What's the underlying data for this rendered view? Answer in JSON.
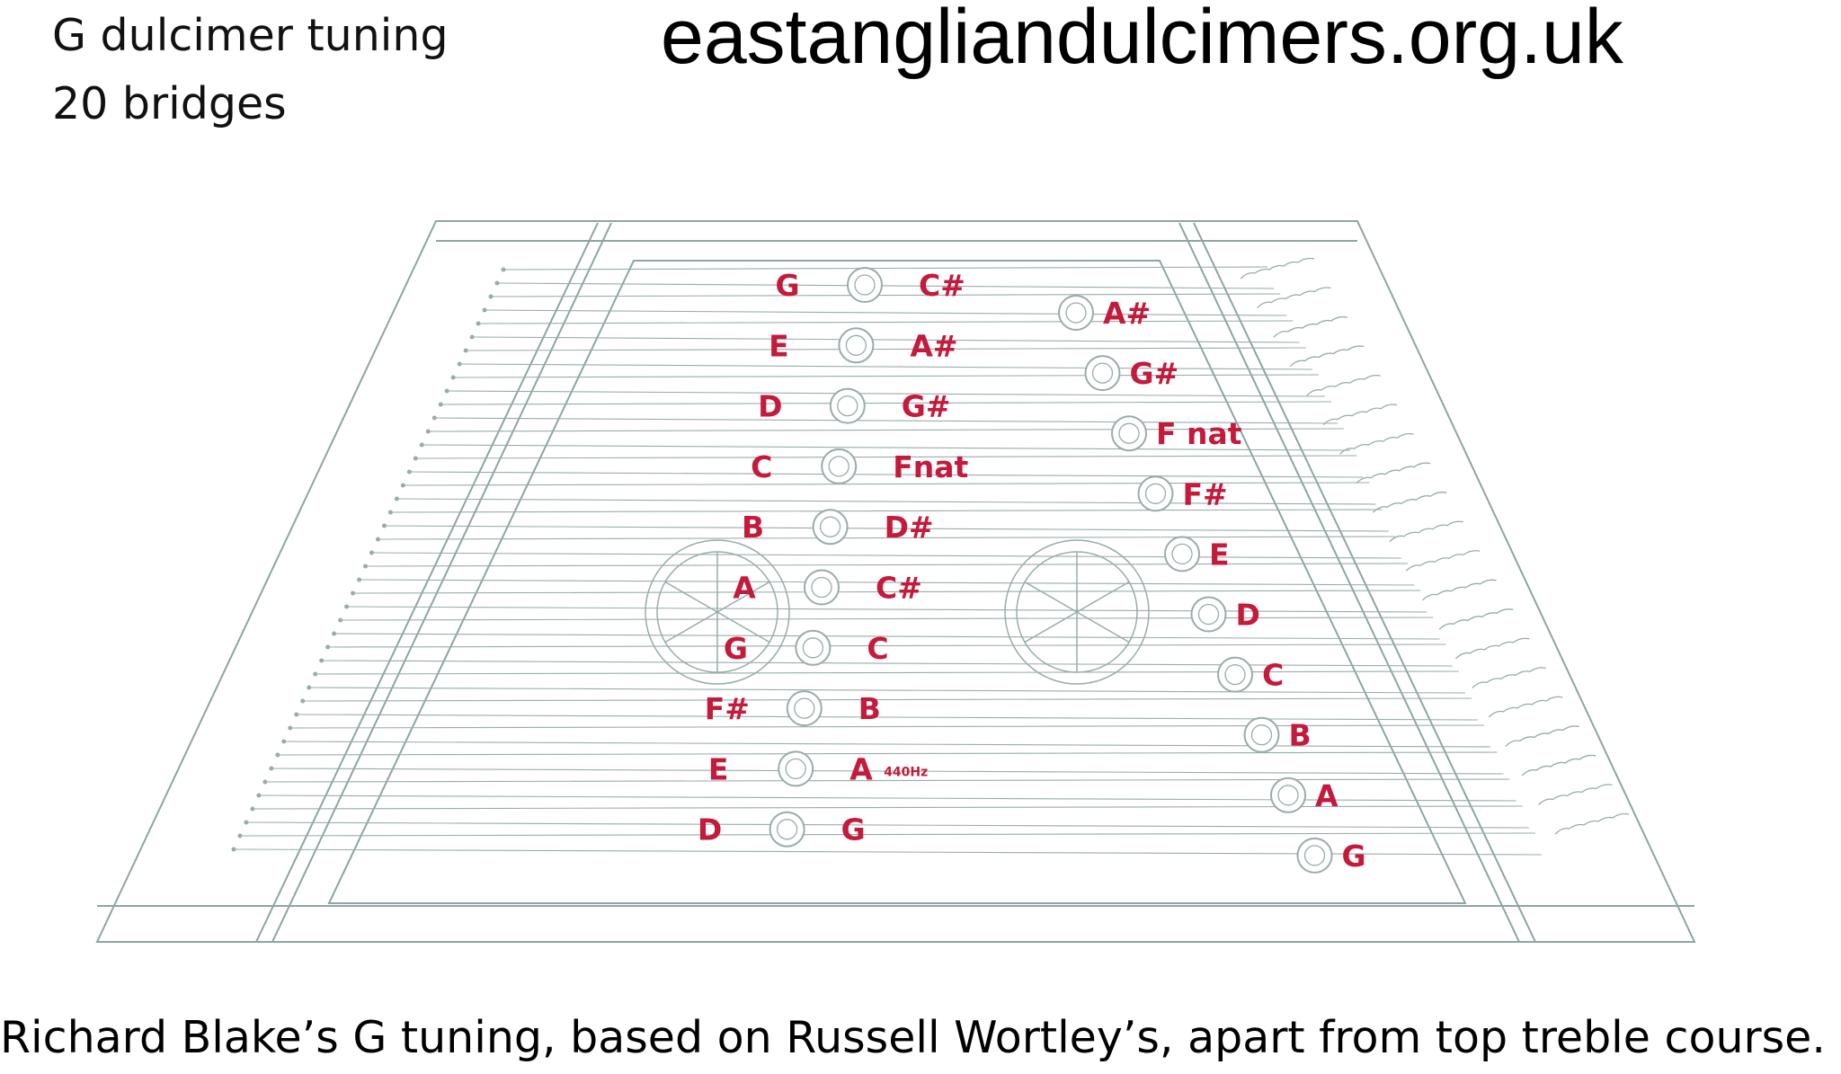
{
  "header": {
    "title_line1": "G dulcimer tuning",
    "title_line2": "20 bridges",
    "site": "eastangliandulcimers.org.uk"
  },
  "caption": "Richard Blake’s G tuning, based on Russell Wortley’s, apart from top treble course.",
  "treble_bridge": {
    "left_notes": [
      "G",
      "E",
      "D",
      "C",
      "B",
      "A",
      "G",
      "F#",
      "E",
      "D"
    ],
    "right_notes": [
      "C#",
      "A#",
      "G#",
      "Fnat",
      "D#",
      "C#",
      "C",
      "B",
      "A",
      "G"
    ],
    "reference_pitch": "440Hz"
  },
  "bass_bridge": {
    "notes": [
      "A#",
      "G#",
      "F nat",
      "F#",
      "E",
      "D",
      "C",
      "B",
      "A",
      "G"
    ]
  },
  "colors": {
    "note": "#c41a3b",
    "line": "#9aabab",
    "frame": "#8fa4a4"
  }
}
